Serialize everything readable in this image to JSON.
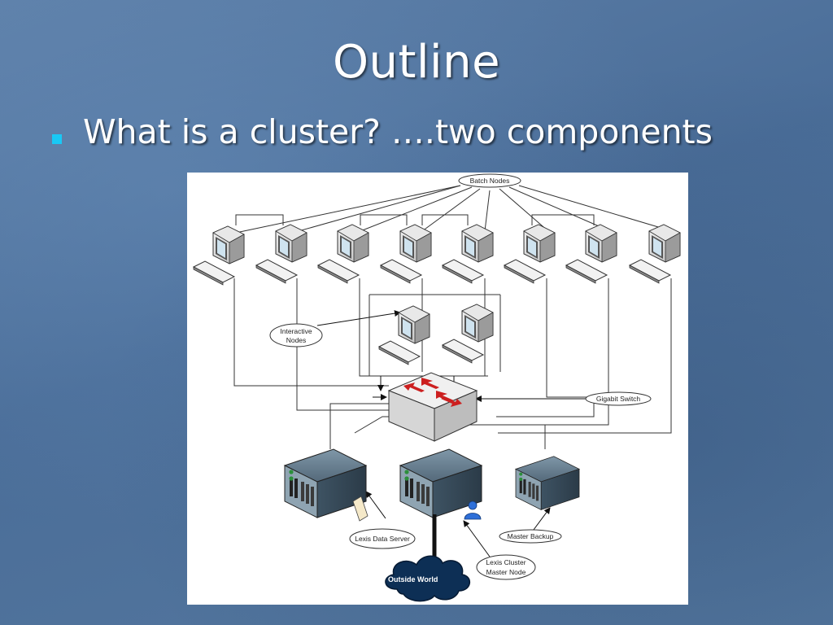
{
  "slide": {
    "title": "Outline",
    "bullet": "What is a cluster? ….two components"
  },
  "diagram": {
    "labels": {
      "batch_nodes": "Batch Nodes",
      "interactive_nodes_line1": "Interactive",
      "interactive_nodes_line2": "Nodes",
      "gigabit_switch": "Gigabit Switch",
      "lexis_data_server": "Lexis Data Server",
      "master_backup": "Master Backup",
      "master_node_line1": "Lexis Cluster",
      "master_node_line2": "Master Node",
      "outside_world": "Outside World"
    },
    "icons": {
      "computer": "computer-icon",
      "server": "server-icon",
      "switch": "switch-icon",
      "cloud": "cloud-icon",
      "user": "user-icon",
      "document": "document-icon"
    },
    "colors": {
      "bullet": "#19c8f5",
      "switch_arrows": "#cc1f1f",
      "cloud": "#0d2f55"
    }
  }
}
